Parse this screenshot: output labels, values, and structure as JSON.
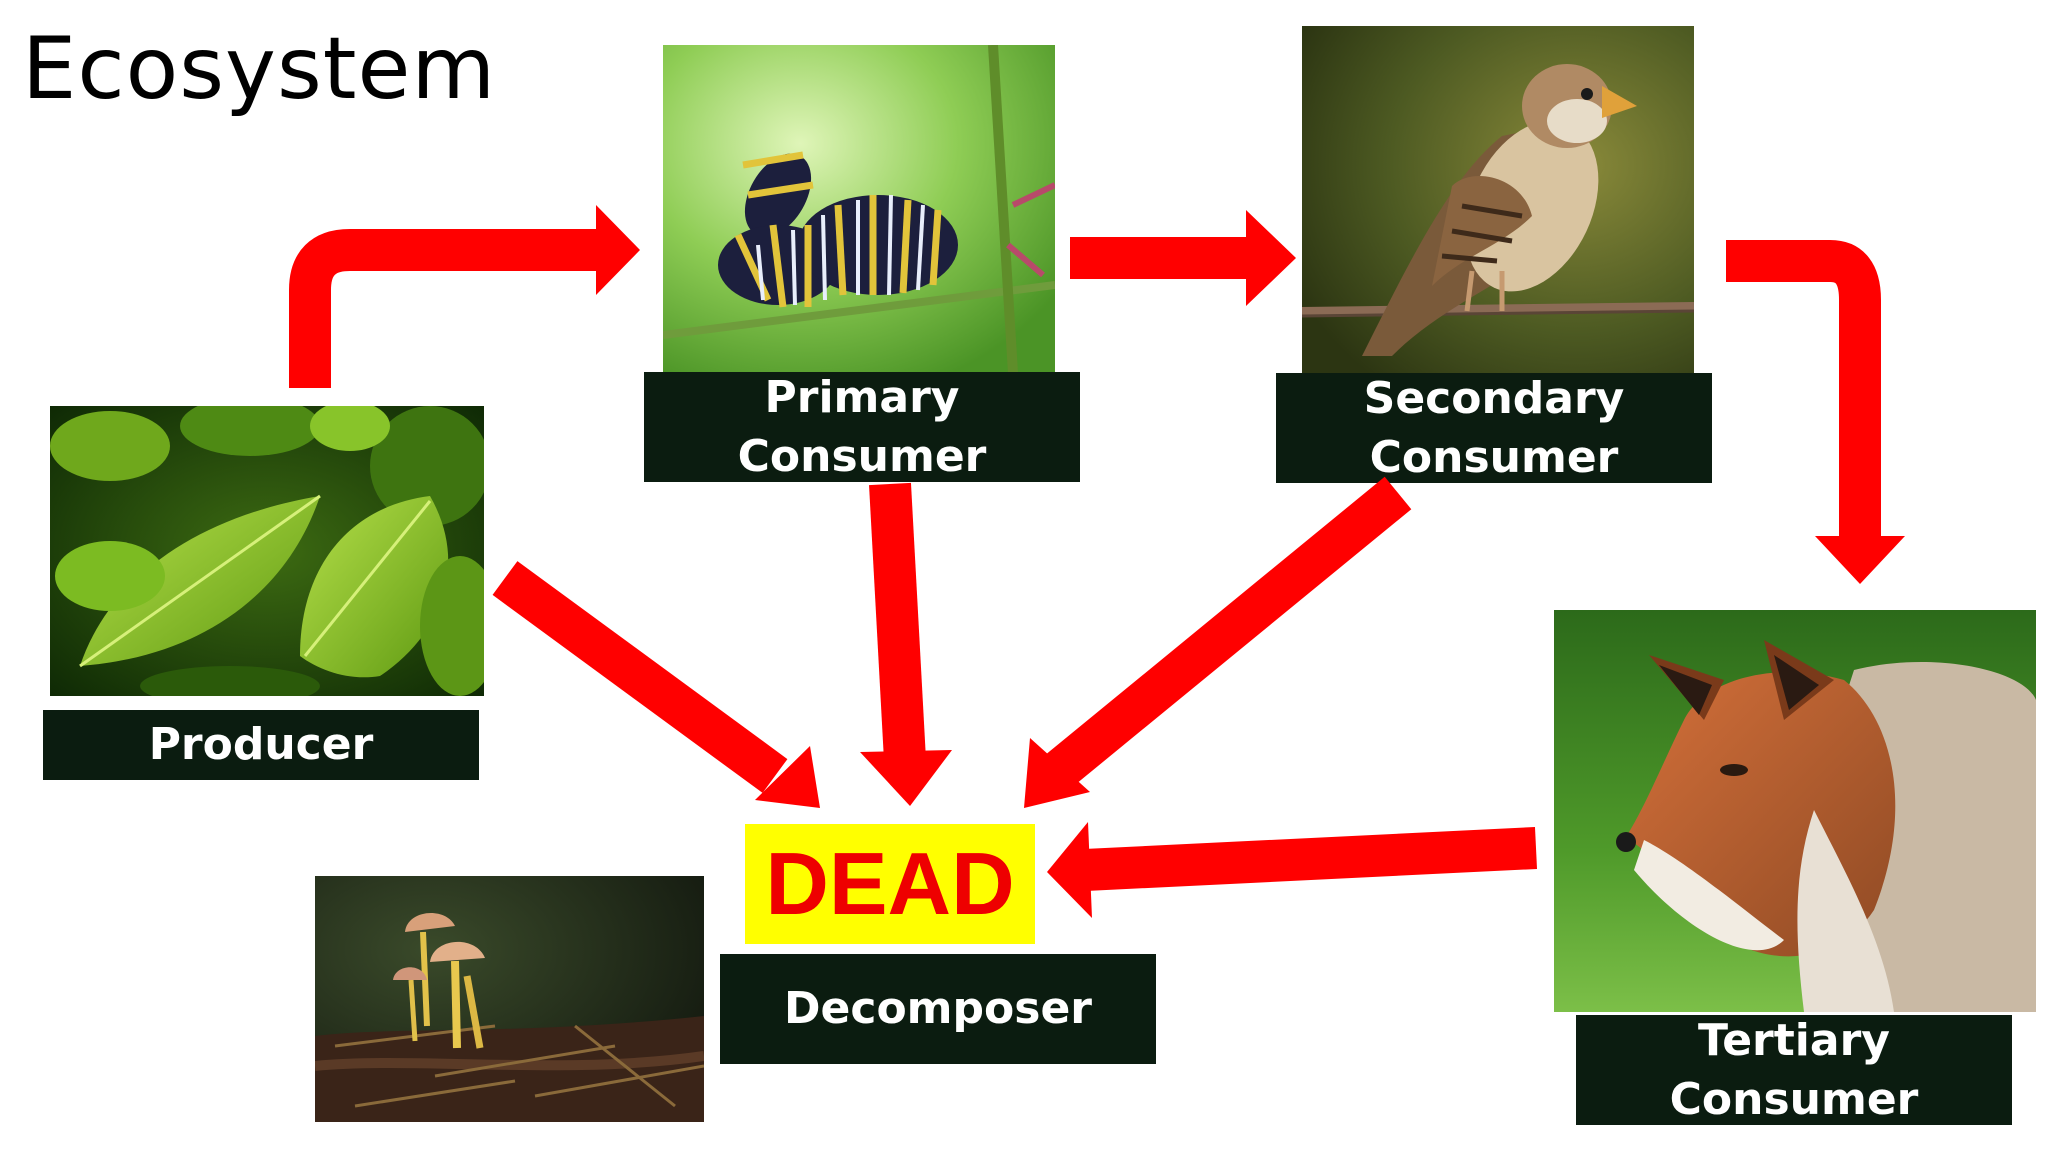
{
  "title": "Ecosystem",
  "nodes": {
    "producer": {
      "label": "Producer",
      "image": "leaves-photo"
    },
    "primary": {
      "label_line1": "Primary",
      "label_line2": "Consumer",
      "image": "caterpillar-photo"
    },
    "secondary": {
      "label_line1": "Secondary",
      "label_line2": "Consumer",
      "image": "sparrow-photo"
    },
    "tertiary": {
      "label_line1": "Tertiary",
      "label_line2": "Consumer",
      "image": "fox-photo"
    },
    "decomposer": {
      "label": "Decomposer",
      "image": "mushroom-photo"
    },
    "dead": {
      "label": "DEAD"
    }
  },
  "colors": {
    "arrow": "#ff0000",
    "label_bg": "#0b1c10",
    "label_text": "#ffffff",
    "dead_bg": "#ffff00",
    "dead_text": "#ee0000"
  }
}
